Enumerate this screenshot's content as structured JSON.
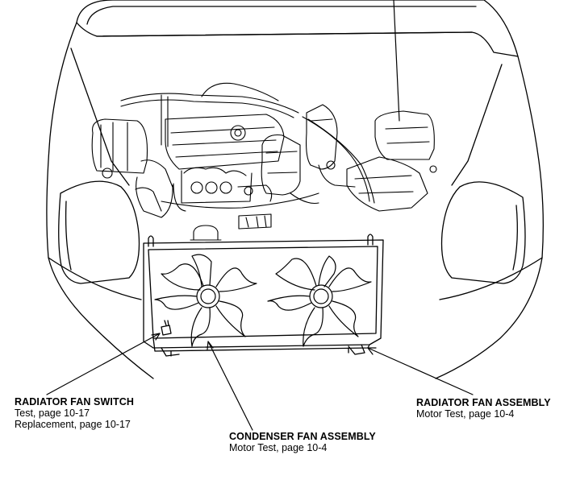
{
  "callouts": {
    "radiator_fan_switch": {
      "title": "RADIATOR FAN SWITCH",
      "lines": [
        "Test, page 10-17",
        "Replacement, page 10-17"
      ]
    },
    "condenser_fan_assembly": {
      "title": "CONDENSER FAN ASSEMBLY",
      "lines": [
        "Motor Test, page 10-4"
      ]
    },
    "radiator_fan_assembly": {
      "title": "RADIATOR FAN ASSEMBLY",
      "lines": [
        "Motor Test, page 10-4"
      ]
    }
  },
  "icons": [
    "car-front-illustration",
    "radiator-icon",
    "fan-blade-icon",
    "leader-arrow-icon"
  ]
}
